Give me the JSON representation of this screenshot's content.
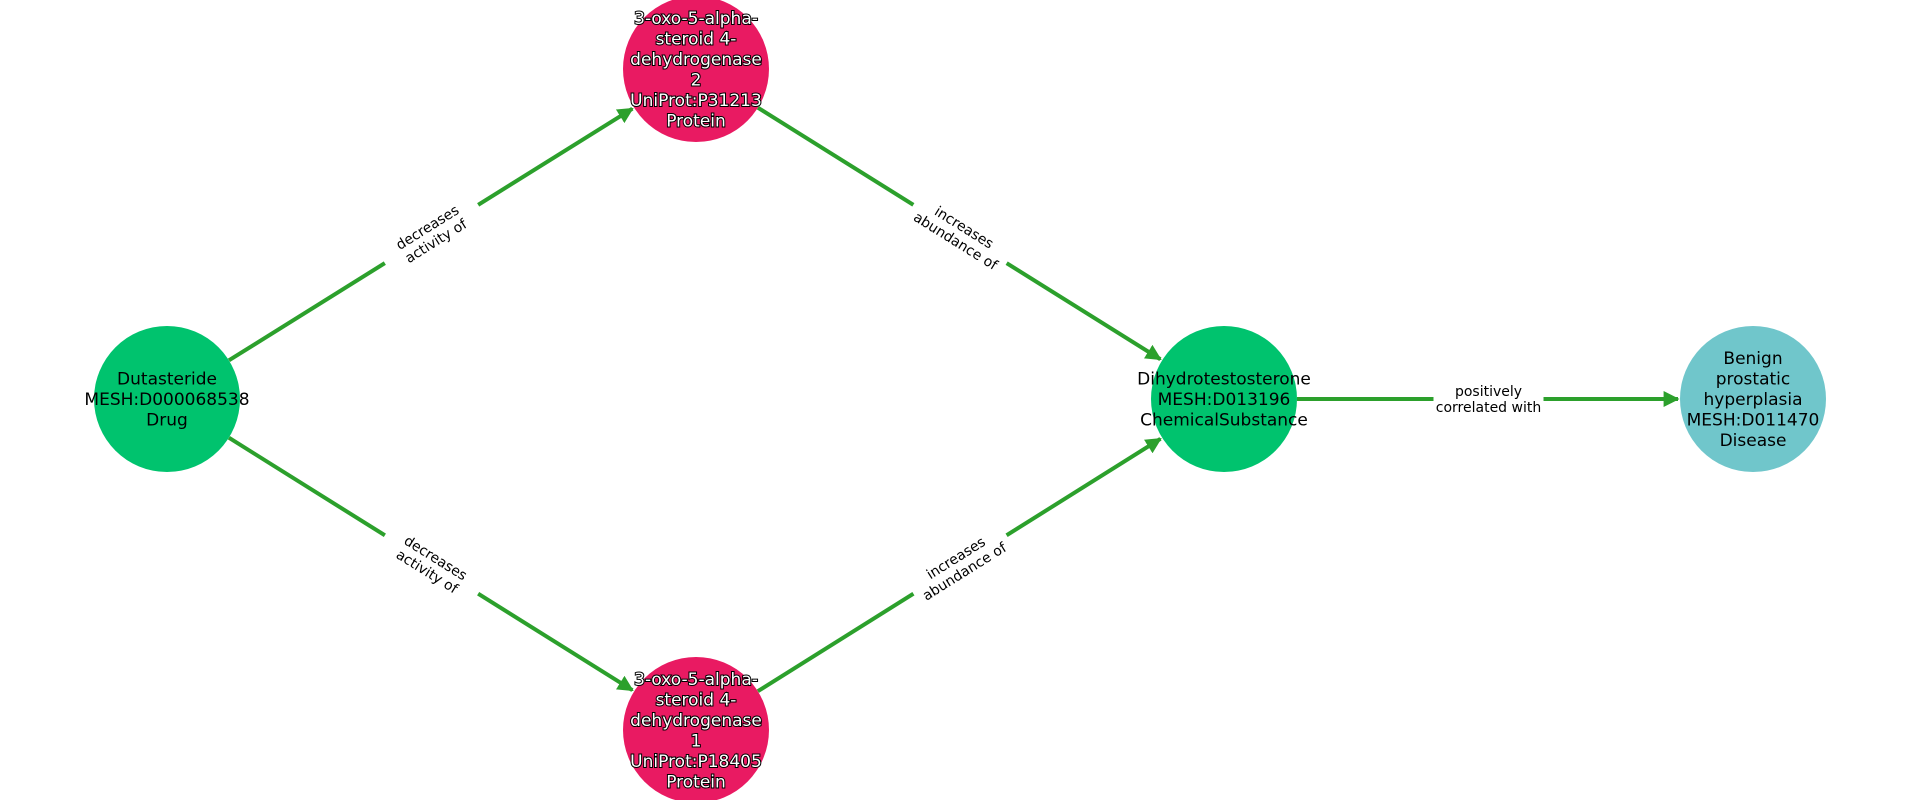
{
  "graph": {
    "edge_color": "#2ca02c",
    "nodes": [
      {
        "id": "dutasteride",
        "lines": [
          "Dutasteride",
          "MESH:D000068538",
          "Drug"
        ],
        "color": "#00c36e",
        "halo": false
      },
      {
        "id": "srd5a2",
        "lines": [
          "3-oxo-5-alpha-",
          "steroid 4-",
          "dehydrogenase",
          "2",
          "UniProt:P31213",
          "Protein"
        ],
        "color": "#e91a62",
        "halo": true
      },
      {
        "id": "srd5a1",
        "lines": [
          "3-oxo-5-alpha-",
          "steroid 4-",
          "dehydrogenase",
          "1",
          "UniProt:P18405",
          "Protein"
        ],
        "color": "#e91a62",
        "halo": true
      },
      {
        "id": "dht",
        "lines": [
          "Dihydrotestosterone",
          "MESH:D013196",
          "ChemicalSubstance"
        ],
        "color": "#00c36e",
        "halo": false
      },
      {
        "id": "bph",
        "lines": [
          "Benign",
          "prostatic",
          "hyperplasia",
          "MESH:D011470",
          "Disease"
        ],
        "color": "#70c6cb",
        "halo": false
      }
    ],
    "edges": [
      {
        "source": "dutasteride",
        "target": "srd5a2",
        "lines": [
          "decreases",
          "activity of"
        ]
      },
      {
        "source": "dutasteride",
        "target": "srd5a1",
        "lines": [
          "decreases",
          "activity of"
        ]
      },
      {
        "source": "srd5a2",
        "target": "dht",
        "lines": [
          "increases",
          "abundance of"
        ]
      },
      {
        "source": "srd5a1",
        "target": "dht",
        "lines": [
          "increases",
          "abundance of"
        ]
      },
      {
        "source": "dht",
        "target": "bph",
        "lines": [
          "positively",
          "correlated with"
        ]
      }
    ]
  }
}
